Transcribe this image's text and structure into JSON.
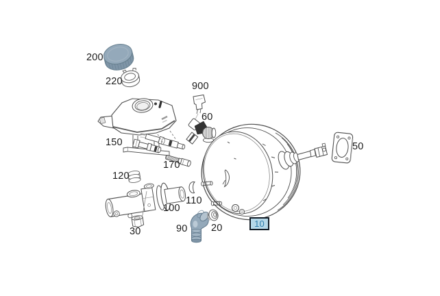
{
  "diagram": {
    "type": "exploded-parts-diagram",
    "subject": "Brake master cylinder, fluid reservoir and brake booster",
    "selected_callout": "10",
    "labels": [
      {
        "part": "200",
        "text": "200",
        "highlighted": false
      },
      {
        "part": "220",
        "text": "220",
        "highlighted": false
      },
      {
        "part": "900",
        "text": "900",
        "highlighted": false
      },
      {
        "part": "60",
        "text": "60",
        "highlighted": false
      },
      {
        "part": "150",
        "text": "150",
        "highlighted": false
      },
      {
        "part": "170",
        "text": "170",
        "highlighted": false
      },
      {
        "part": "120",
        "text": "120",
        "highlighted": false
      },
      {
        "part": "100",
        "text": "100",
        "highlighted": false
      },
      {
        "part": "110",
        "text": "110",
        "highlighted": false
      },
      {
        "part": "30",
        "text": "30",
        "highlighted": false
      },
      {
        "part": "90",
        "text": "90",
        "highlighted": false
      },
      {
        "part": "20",
        "text": "20",
        "highlighted": false
      },
      {
        "part": "10",
        "text": "10",
        "highlighted": true
      },
      {
        "part": "50",
        "text": "50",
        "highlighted": false
      }
    ],
    "colors": {
      "background": "#ffffff",
      "line": "#4a4a4a",
      "label_text": "#1a1a1a",
      "accent_part": "#94a9ba",
      "highlight_bg": "#b5d8e9",
      "highlight_border": "#111b25",
      "highlight_text": "#2e7dab"
    }
  }
}
